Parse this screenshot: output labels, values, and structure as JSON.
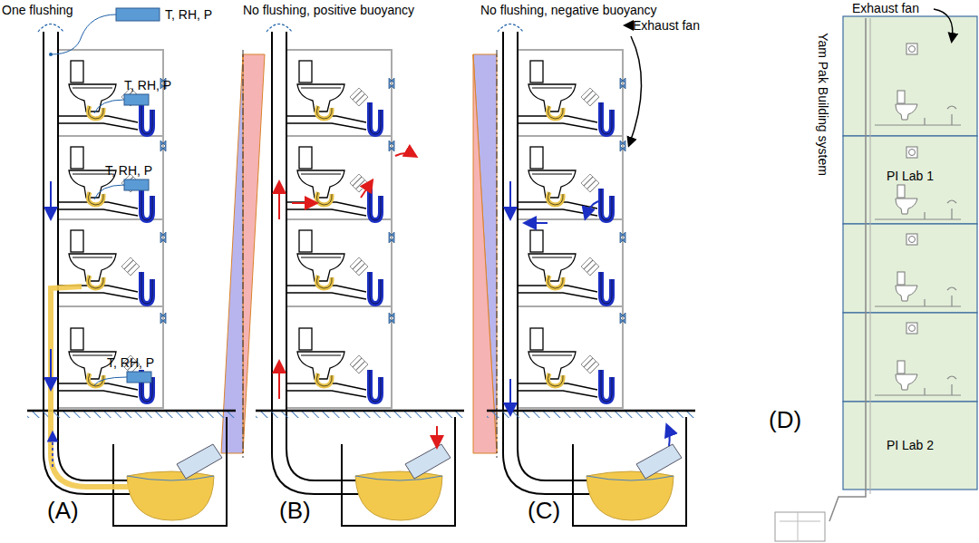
{
  "diagram": {
    "nodes": [
      {
        "text": [
          "PI Lab 1"
        ]
      },
      {
        "text": [
          "PI Lab 2"
        ]
      }
    ],
    "labels": [
      "One flushing",
      "T, RH, P",
      "T, RH, P",
      "T, RH, P",
      "T, RH, P",
      "No flushing, positive buoyancy",
      "No flushing, negative buoyancy",
      "Exhaust fan",
      "Exhaust fan",
      "Yam Pak Building system",
      "(A)",
      "(B)",
      "(C)",
      "(D)"
    ]
  }
}
